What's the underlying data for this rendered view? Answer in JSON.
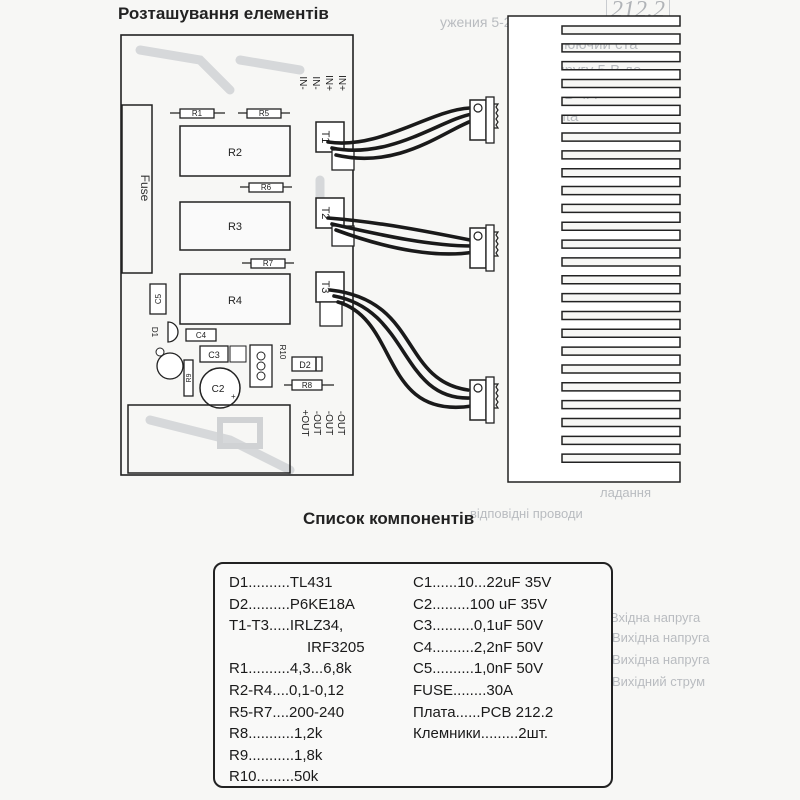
{
  "page": {
    "title_layout": "Розташування елементів",
    "title_components": "Список компонентів",
    "page_number": "212.2"
  },
  "board": {
    "fuse_label": "Fuse",
    "in_labels": [
      "IN-",
      "IN-",
      "IN+",
      "IN+"
    ],
    "out_labels": [
      "+OUT",
      "-OUT",
      "-OUT",
      "-OUT"
    ],
    "parts": {
      "r1": "R1",
      "r2": "R2",
      "r3": "R3",
      "r4": "R4",
      "r5": "R5",
      "r6": "R6",
      "r7": "R7",
      "r8": "R8",
      "r9": "R9",
      "r10": "R10",
      "c2": "C2",
      "c3": "C3",
      "c4": "C4",
      "c5": "C5",
      "d1": "D1",
      "d2": "D2",
      "t1": "T1",
      "t2": "T2",
      "t3": "T3"
    }
  },
  "components_left": [
    {
      "ref": "D1",
      "dots": "..........",
      "value": "TL431"
    },
    {
      "ref": "D2",
      "dots": "..........",
      "value": "P6KE18A"
    },
    {
      "ref": "T1-T3",
      "dots": ".....",
      "value": "IRLZ34,"
    },
    {
      "ref": "",
      "dots": "",
      "value": "IRF3205"
    },
    {
      "ref": "R1",
      "dots": "..........",
      "value": "4,3...6,8k"
    },
    {
      "ref": "R2-R4",
      "dots": "....",
      "value": "0,1-0,12"
    },
    {
      "ref": "R5-R7",
      "dots": "....",
      "value": "200-240"
    },
    {
      "ref": "R8",
      "dots": "...........",
      "value": "1,2k"
    },
    {
      "ref": "R9",
      "dots": "...........",
      "value": "1,8k"
    },
    {
      "ref": "R10",
      "dots": ".........",
      "value": "50k"
    }
  ],
  "components_right": [
    {
      "ref": "C1",
      "dots": "......",
      "value": "10...22uF 35V"
    },
    {
      "ref": "C2",
      "dots": ".........",
      "value": "100 uF 35V"
    },
    {
      "ref": "C3",
      "dots": "..........",
      "value": "0,1uF 50V"
    },
    {
      "ref": "C4",
      "dots": "..........",
      "value": "2,2nF 50V"
    },
    {
      "ref": "C5",
      "dots": "..........",
      "value": "1,0nF 50V"
    },
    {
      "ref": "FUSE",
      "dots": "........",
      "value": "30A"
    },
    {
      "ref": "Плата",
      "dots": "......",
      "value": "PCB 212.2"
    },
    {
      "ref": "Клемники",
      "dots": ".........",
      "value": "2шт."
    }
  ]
}
